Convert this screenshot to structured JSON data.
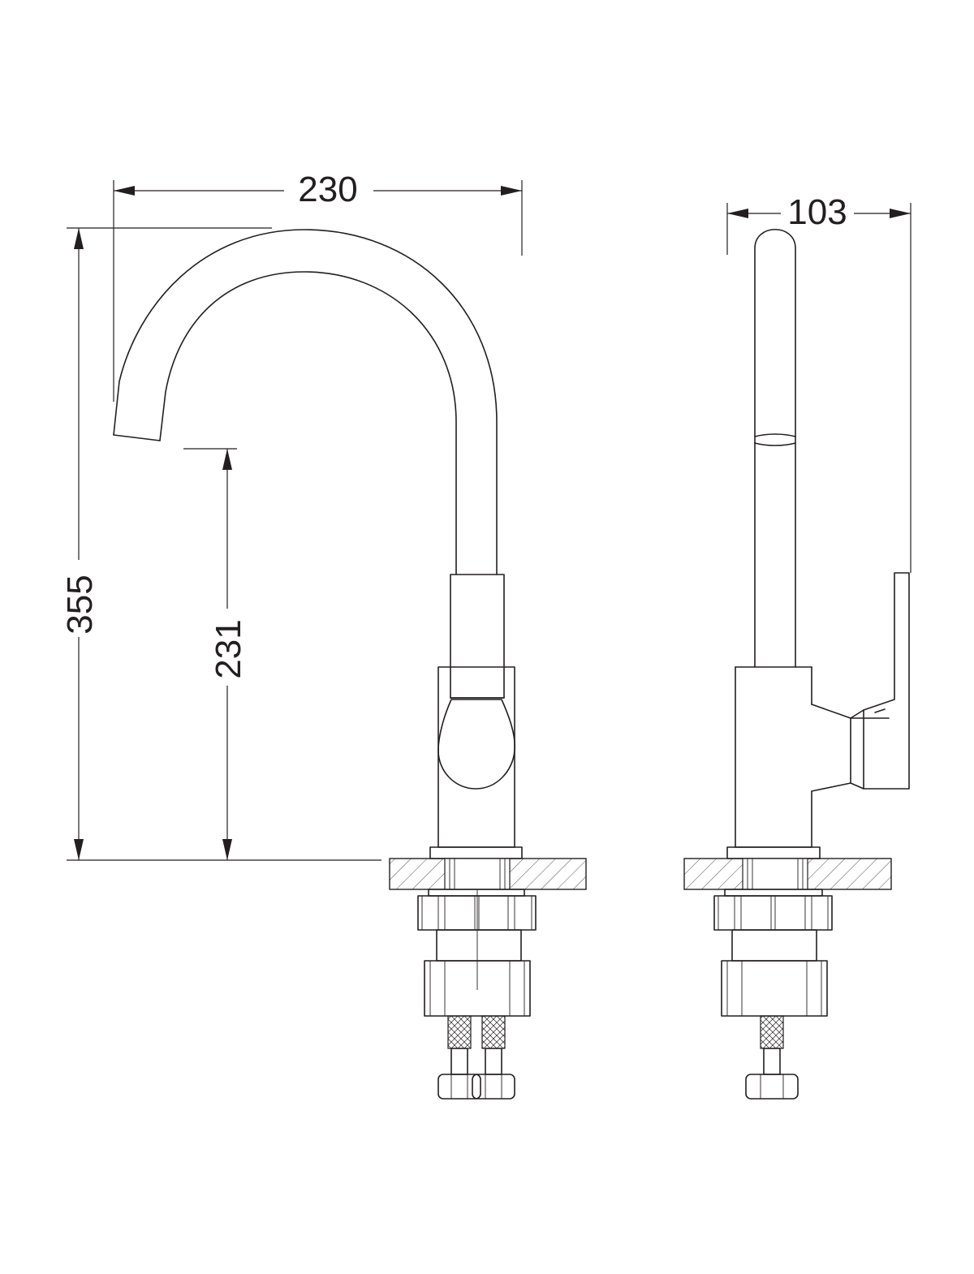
{
  "dimensions": {
    "spout_reach": "230",
    "overall_height": "355",
    "spout_clearance": "231",
    "side_depth": "103"
  },
  "colors": {
    "line": "#231f20",
    "background": "#ffffff"
  }
}
